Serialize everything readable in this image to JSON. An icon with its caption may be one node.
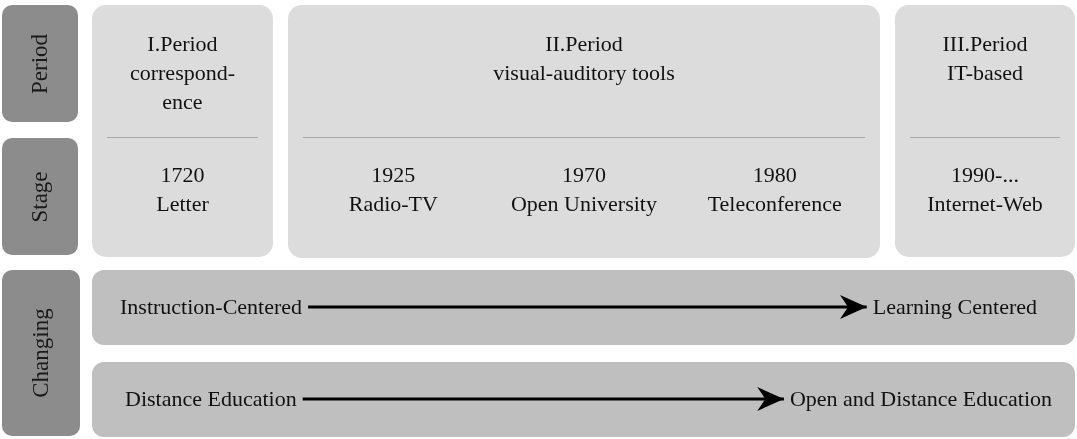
{
  "diagram": {
    "nodes": [
      {
        "text": [
          "Period"
        ]
      },
      {
        "text": [
          "Stage"
        ]
      },
      {
        "text": [
          "I.Period correspond- ence",
          "1720 Letter"
        ]
      },
      {
        "text": [
          "II.Period visual-auditory tools",
          "1925 Radio-TV",
          "1970 Open University",
          "1980 Teleconference"
        ]
      },
      {
        "text": [
          "III.Period IT-based",
          "1990-... Internet-Web"
        ]
      },
      {
        "text": [
          "Changing"
        ]
      },
      {
        "text": [],
        "shape": "bar"
      },
      {
        "text": [
          "Instruction-Centered"
        ],
        "in": 6
      },
      {
        "text": [
          "Learning Centered"
        ],
        "in": 6
      },
      {
        "text": [],
        "shape": "bar"
      },
      {
        "text": [
          "Distance Education"
        ],
        "in": 9
      },
      {
        "text": [
          "Open and Distance Education"
        ],
        "in": 9
      }
    ],
    "edges": [
      {
        "from": 7,
        "to": 8,
        "arrow": "to"
      },
      {
        "from": 10,
        "to": 11,
        "arrow": "to"
      }
    ]
  }
}
